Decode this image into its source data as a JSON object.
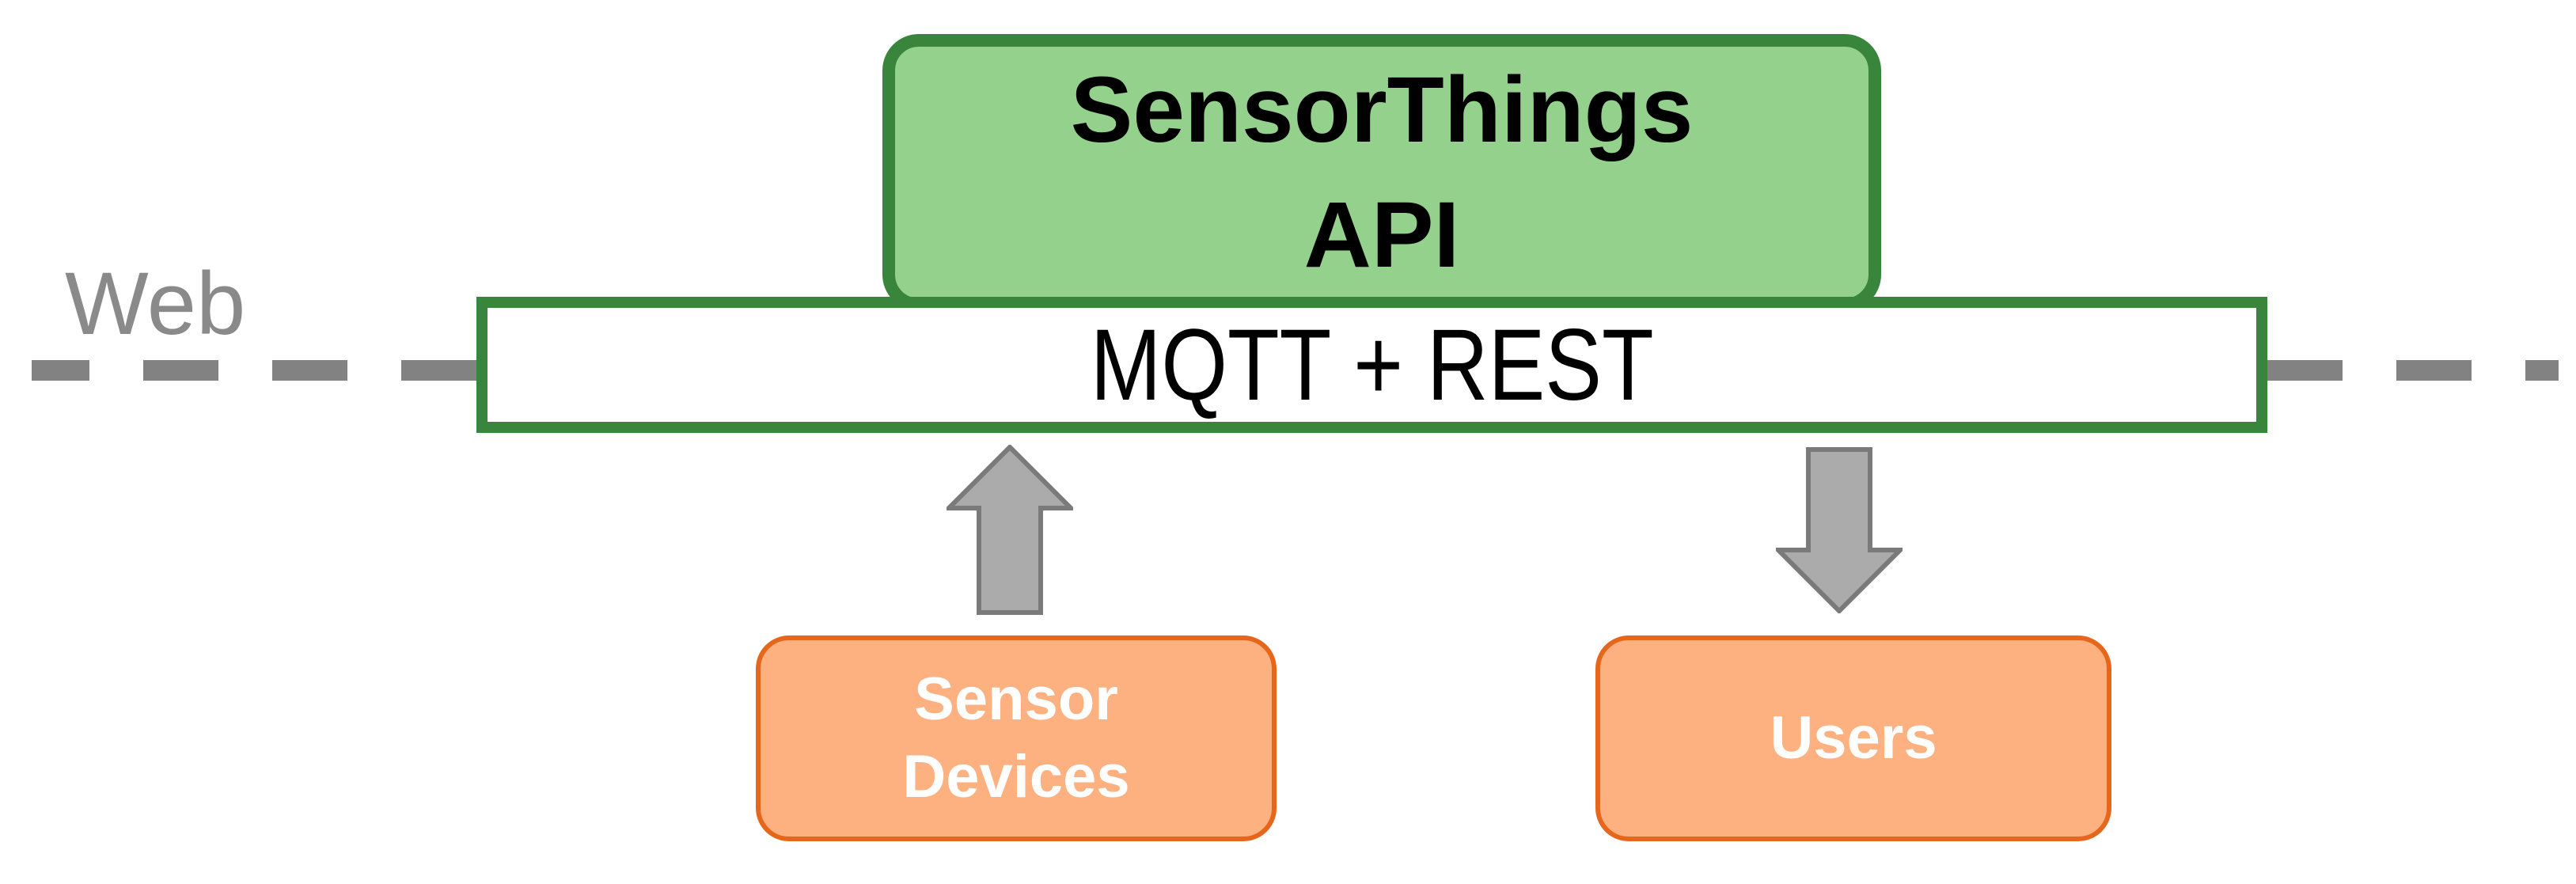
{
  "colors": {
    "background": "#ffffff",
    "green_fill": "#94d18c",
    "green_border": "#38853b",
    "orange_fill": "#fdb080",
    "orange_border": "#e6671c",
    "gray_arrow_fill": "#ababab",
    "gray_arrow_stroke": "#7a7a7a",
    "gray_dash": "#828282",
    "web_text": "#8a8a8a",
    "title_text": "#000000",
    "box_text": "#ffffff"
  },
  "diagram": {
    "web_label": "Web",
    "api_box": {
      "lines": [
        "SensorThings",
        "API"
      ]
    },
    "protocol_bar": {
      "label": "MQTT + REST"
    },
    "sensor_devices_box": {
      "lines": [
        "Sensor",
        "Devices"
      ]
    },
    "users_box": {
      "lines": [
        "Users"
      ]
    }
  }
}
